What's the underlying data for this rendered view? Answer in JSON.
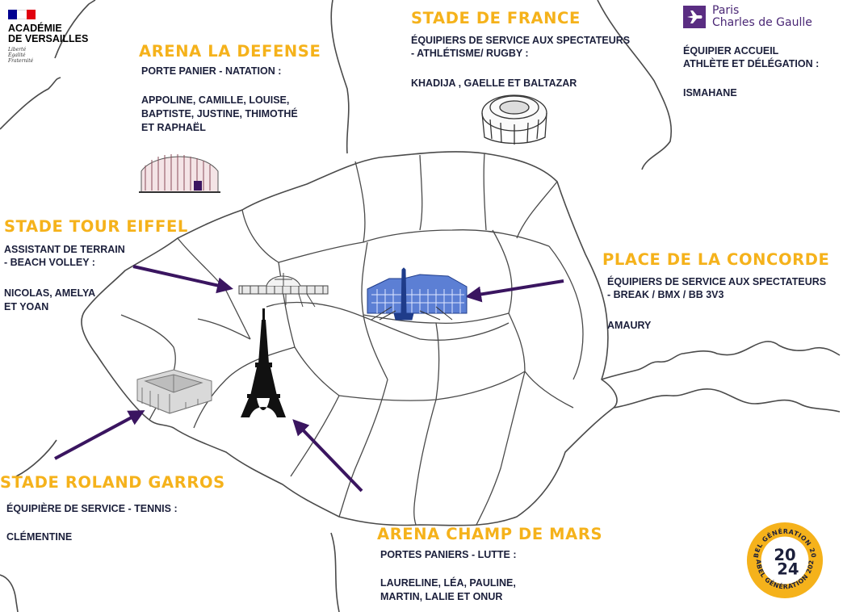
{
  "logos": {
    "academie": {
      "lines": [
        "ACADÉMIE",
        "DE VERSAILLES"
      ],
      "motto": [
        "Liberté",
        "Égalité",
        "Fraternité"
      ],
      "flag_colors": [
        "#000091",
        "#ffffff",
        "#e1000f"
      ]
    },
    "airport": {
      "line1": "Paris",
      "line2": "Charles de Gaulle",
      "icon": "airplane-icon",
      "color": "#5a2d82"
    },
    "label_2024": {
      "top_ring": "LABEL GÉNÉRATION 2024",
      "bottom_ring": "LABEL GÉNÉRATION 2024",
      "digits_top": "20",
      "digits_bottom": "24",
      "ring_color": "#F5B21B"
    }
  },
  "colors": {
    "venue_title": "#F5B21B",
    "text": "#1b1f3b",
    "arrow": "#3a1560",
    "map_line": "#4a4a4a"
  },
  "venues": {
    "stade_de_france": {
      "title": "STADE DE FRANCE",
      "role": [
        "ÉQUIPIERS DE SERVICE AUX SPECTATEURS",
        "- ATHLÉTISME/ RUGBY :"
      ],
      "names": [
        "KHADIJA , GAELLE ET BALTAZAR"
      ]
    },
    "arena_la_defense": {
      "title": "ARENA LA DEFENSE",
      "role": [
        "PORTE PANIER - NATATION :"
      ],
      "names": [
        "APPOLINE, CAMILLE, LOUISE,",
        "BAPTISTE, JUSTINE, THIMOTHÉ",
        "ET RAPHAËL"
      ]
    },
    "cdg": {
      "role": [
        "ÉQUIPIER ACCUEIL",
        "ATHLÈTE ET DÉLÉGATION :"
      ],
      "names": [
        "ISMAHANE"
      ]
    },
    "stade_tour_eiffel": {
      "title": "STADE TOUR EIFFEL",
      "role": [
        "ASSISTANT DE TERRAIN",
        "- BEACH VOLLEY :"
      ],
      "names": [
        "NICOLAS, AMELYA",
        "ET YOAN"
      ]
    },
    "place_de_la_concorde": {
      "title": "PLACE DE LA CONCORDE",
      "role": [
        "ÉQUIPIERS DE SERVICE AUX SPECTATEURS",
        "- BREAK / BMX / BB 3V3"
      ],
      "names": [
        "AMAURY"
      ]
    },
    "stade_roland_garros": {
      "title": "STADE ROLAND GARROS",
      "role": [
        "ÉQUIPIÈRE DE SERVICE - TENNIS :"
      ],
      "names": [
        "CLÉMENTINE"
      ]
    },
    "arena_champ_de_mars": {
      "title": "ARENA CHAMP DE MARS",
      "role": [
        "PORTES PANIERS - LUTTE :"
      ],
      "names": [
        "LAURELINE, LÉA, PAULINE,",
        "MARTIN, LALIE ET ONUR"
      ]
    }
  },
  "icons": [
    "stadium-icon",
    "aquatic-arena-icon",
    "grand-palais-icon",
    "concorde-obelisk-icon",
    "eiffel-tower-icon",
    "roland-garros-court-icon"
  ]
}
